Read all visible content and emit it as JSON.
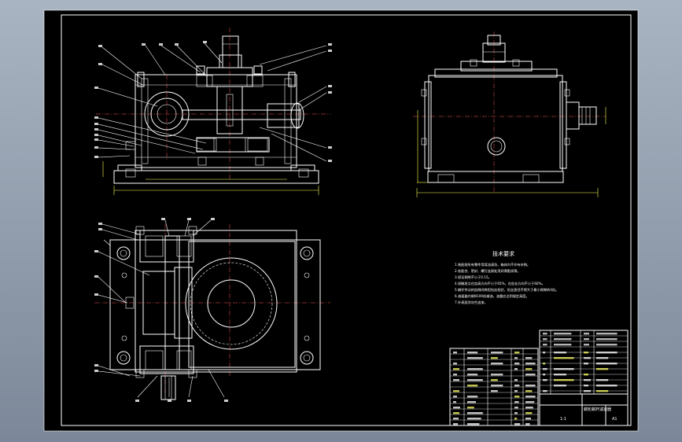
{
  "drawing": {
    "tech_title": "技术要求",
    "tech_notes": [
      "1.装配前所有零件用煤油清洗，箱体内不许有杂物。",
      "2.各配合、密封、螺钉连接处用润滑脂润滑。",
      "3.保证侧隙不小于0.15。",
      "4.接触斑点在齿高方向不小于65%，在齿长方向不小于60%。",
      "5.蜗杆传动的齿侧间隙用铅丝检验，铅丝直径不得大于最小侧隙的4倍。",
      "6.减速器内装N100机械油，油量应达到规定高度。",
      "7.外表面涂灰色油漆。"
    ],
    "title_block": {
      "name": "蜗轮蜗杆减速器",
      "scale": "1:1",
      "sheet": "A1"
    },
    "view_labels": {
      "dim_bottom_front": "",
      "dim_bottom_side": ""
    }
  }
}
